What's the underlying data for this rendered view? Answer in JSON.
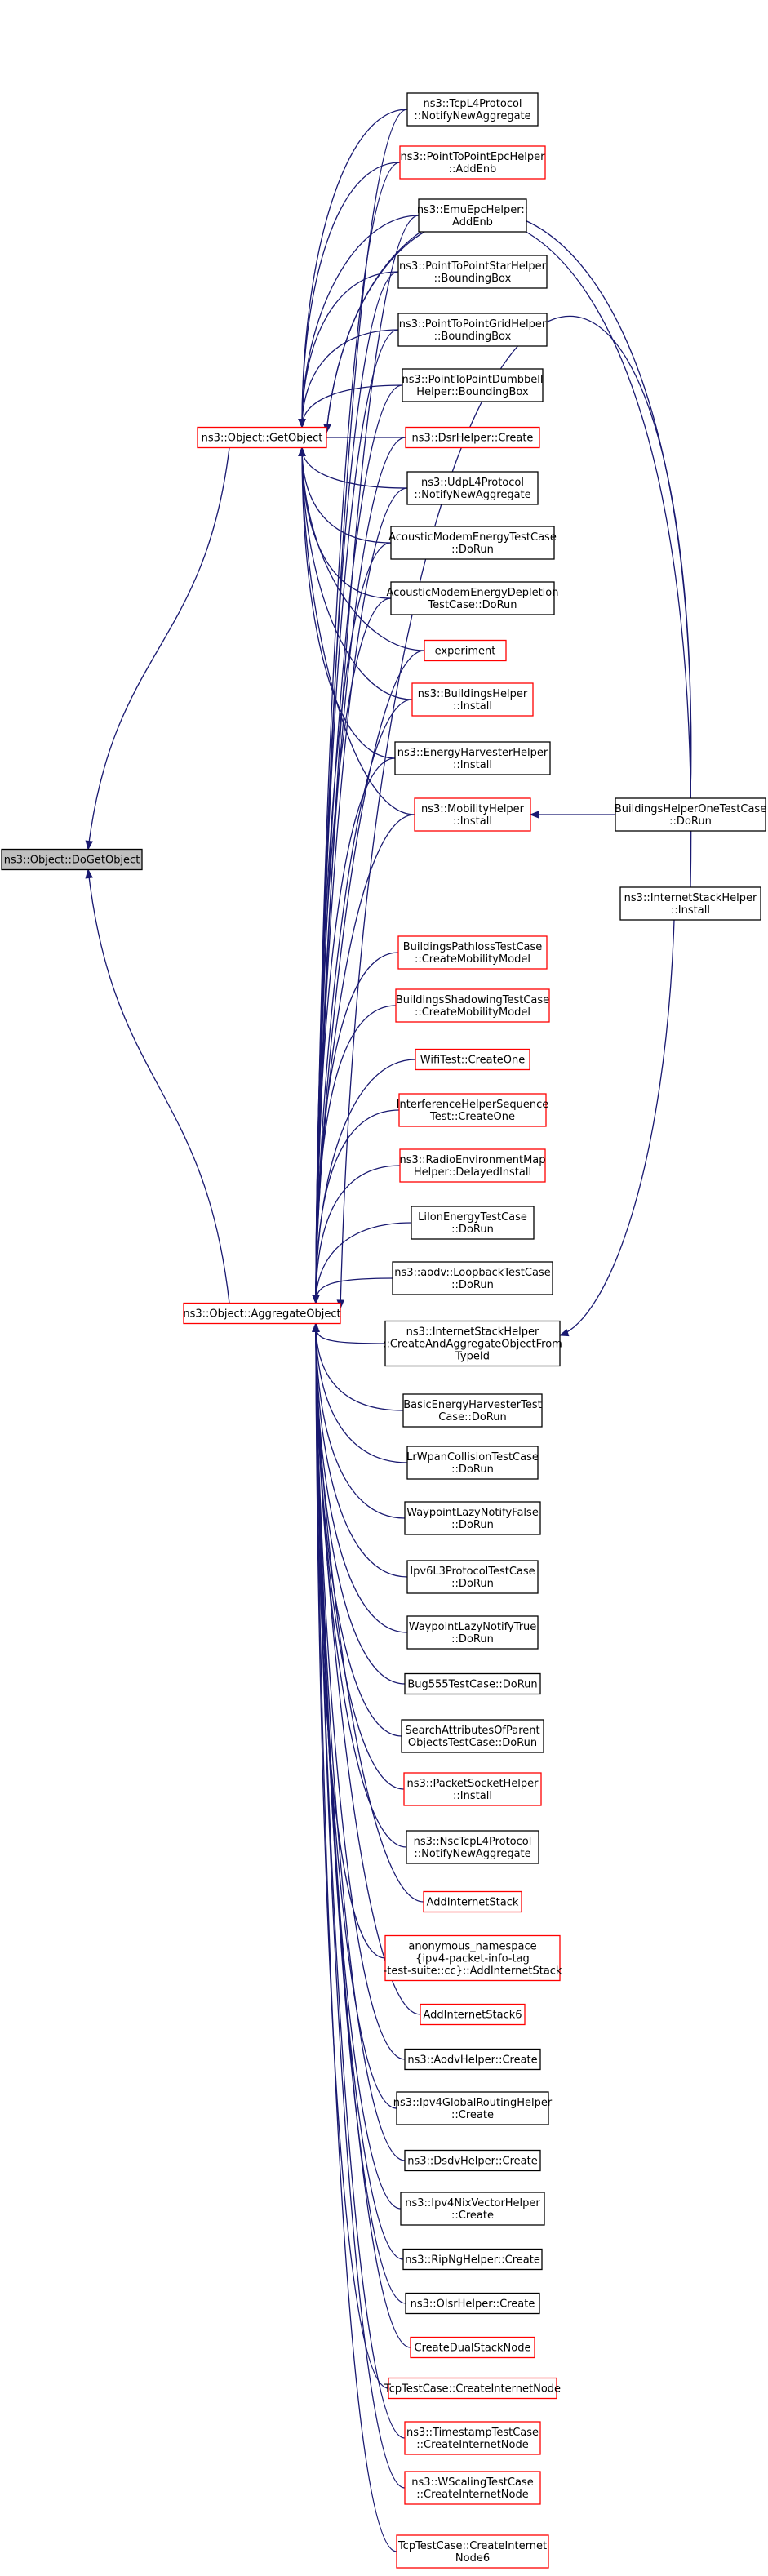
{
  "colors": {
    "edge": "#191970",
    "border_black": "#000000",
    "border_red": "#ff0000",
    "root_fill": "#bfbfbf",
    "node_fill": "#ffffff"
  },
  "root": {
    "id": "root",
    "lines": [
      "ns3::Object::DoGetObject"
    ],
    "style": "gray"
  },
  "hubs": [
    {
      "id": "getobject",
      "lines": [
        "ns3::Object::GetObject"
      ],
      "style": "red"
    },
    {
      "id": "aggregate",
      "lines": [
        "ns3::Object::AggregateObject"
      ],
      "style": "red"
    }
  ],
  "callers": [
    {
      "id": "tcpl4",
      "lines": [
        "ns3::TcpL4Protocol",
        "::NotifyNewAggregate"
      ],
      "style": "black"
    },
    {
      "id": "p2pepc",
      "lines": [
        "ns3::PointToPointEpcHelper",
        "::AddEnb"
      ],
      "style": "red"
    },
    {
      "id": "emuepc",
      "lines": [
        "ns3::EmuEpcHelper::",
        "AddEnb"
      ],
      "style": "black"
    },
    {
      "id": "p2pstar",
      "lines": [
        "ns3::PointToPointStarHelper",
        "::BoundingBox"
      ],
      "style": "black"
    },
    {
      "id": "p2pgrid",
      "lines": [
        "ns3::PointToPointGridHelper",
        "::BoundingBox"
      ],
      "style": "black"
    },
    {
      "id": "p2pdumbbell",
      "lines": [
        "ns3::PointToPointDumbbell",
        "Helper::BoundingBox"
      ],
      "style": "black"
    },
    {
      "id": "dsrhelper",
      "lines": [
        "ns3::DsrHelper::Create"
      ],
      "style": "red"
    },
    {
      "id": "udpl4",
      "lines": [
        "ns3::UdpL4Protocol",
        "::NotifyNewAggregate"
      ],
      "style": "black"
    },
    {
      "id": "acoustictest",
      "lines": [
        "AcousticModemEnergyTestCase",
        "::DoRun"
      ],
      "style": "black"
    },
    {
      "id": "acousticdepl",
      "lines": [
        "AcousticModemEnergyDepletion",
        "TestCase::DoRun"
      ],
      "style": "black"
    },
    {
      "id": "experiment",
      "lines": [
        "experiment"
      ],
      "style": "red"
    },
    {
      "id": "buildingshelper",
      "lines": [
        "ns3::BuildingsHelper",
        "::Install"
      ],
      "style": "red"
    },
    {
      "id": "energyharvester",
      "lines": [
        "ns3::EnergyHarvesterHelper",
        "::Install"
      ],
      "style": "black"
    },
    {
      "id": "mobilityhelper",
      "lines": [
        "ns3::MobilityHelper",
        "::Install"
      ],
      "style": "red"
    },
    {
      "id": "buildingsonetest",
      "lines": [
        "BuildingsHelperOneTestCase",
        "::DoRun"
      ],
      "style": "black"
    },
    {
      "id": "internetstackinstall",
      "lines": [
        "ns3::InternetStackHelper",
        "::Install"
      ],
      "style": "black"
    },
    {
      "id": "bpathloss",
      "lines": [
        "BuildingsPathlossTestCase",
        "::CreateMobilityModel"
      ],
      "style": "red"
    },
    {
      "id": "bshadowing",
      "lines": [
        "BuildingsShadowingTestCase",
        "::CreateMobilityModel"
      ],
      "style": "red"
    },
    {
      "id": "wifitest",
      "lines": [
        "WifiTest::CreateOne"
      ],
      "style": "red"
    },
    {
      "id": "interference",
      "lines": [
        "InterferenceHelperSequence",
        "Test::CreateOne"
      ],
      "style": "red"
    },
    {
      "id": "radioenv",
      "lines": [
        "ns3::RadioEnvironmentMap",
        "Helper::DelayedInstall"
      ],
      "style": "red"
    },
    {
      "id": "liion",
      "lines": [
        "LiIonEnergyTestCase",
        "::DoRun"
      ],
      "style": "black"
    },
    {
      "id": "aodvloop",
      "lines": [
        "ns3::aodv::LoopbackTestCase",
        "::DoRun"
      ],
      "style": "black"
    },
    {
      "id": "iscreateagg",
      "lines": [
        "ns3::InternetStackHelper",
        "::CreateAndAggregateObjectFrom",
        "TypeId"
      ],
      "style": "black"
    },
    {
      "id": "basicenergy",
      "lines": [
        "BasicEnergyHarvesterTest",
        "Case::DoRun"
      ],
      "style": "black"
    },
    {
      "id": "lrwpan",
      "lines": [
        "LrWpanCollisionTestCase",
        "::DoRun"
      ],
      "style": "black"
    },
    {
      "id": "wplazyfalse",
      "lines": [
        "WaypointLazyNotifyFalse",
        "::DoRun"
      ],
      "style": "black"
    },
    {
      "id": "ipv6l3",
      "lines": [
        "Ipv6L3ProtocolTestCase",
        "::DoRun"
      ],
      "style": "black"
    },
    {
      "id": "wplazytrue",
      "lines": [
        "WaypointLazyNotifyTrue",
        "::DoRun"
      ],
      "style": "black"
    },
    {
      "id": "bug555",
      "lines": [
        "Bug555TestCase::DoRun"
      ],
      "style": "black"
    },
    {
      "id": "searchattr",
      "lines": [
        "SearchAttributesOfParent",
        "ObjectsTestCase::DoRun"
      ],
      "style": "black"
    },
    {
      "id": "packetsocket",
      "lines": [
        "ns3::PacketSocketHelper",
        "::Install"
      ],
      "style": "red"
    },
    {
      "id": "nsctcp",
      "lines": [
        "ns3::NscTcpL4Protocol",
        "::NotifyNewAggregate"
      ],
      "style": "black"
    },
    {
      "id": "addinternet",
      "lines": [
        "AddInternetStack"
      ],
      "style": "red"
    },
    {
      "id": "anonaddinternet",
      "lines": [
        "anonymous_namespace",
        "{ipv4-packet-info-tag",
        "-test-suite::cc}::AddInternetStack"
      ],
      "style": "red"
    },
    {
      "id": "addinternet6",
      "lines": [
        "AddInternetStack6"
      ],
      "style": "red"
    },
    {
      "id": "aodvhelper",
      "lines": [
        "ns3::AodvHelper::Create"
      ],
      "style": "black"
    },
    {
      "id": "ipv4global",
      "lines": [
        "ns3::Ipv4GlobalRoutingHelper",
        "::Create"
      ],
      "style": "black"
    },
    {
      "id": "dsdvhelper",
      "lines": [
        "ns3::DsdvHelper::Create"
      ],
      "style": "black"
    },
    {
      "id": "ipv4nix",
      "lines": [
        "ns3::Ipv4NixVectorHelper",
        "::Create"
      ],
      "style": "black"
    },
    {
      "id": "ripng",
      "lines": [
        "ns3::RipNgHelper::Create"
      ],
      "style": "black"
    },
    {
      "id": "olsr",
      "lines": [
        "ns3::OlsrHelper::Create"
      ],
      "style": "black"
    },
    {
      "id": "dualstack",
      "lines": [
        "CreateDualStackNode"
      ],
      "style": "red"
    },
    {
      "id": "tcpcreate",
      "lines": [
        "TcpTestCase::CreateInternetNode"
      ],
      "style": "red"
    },
    {
      "id": "timestamp",
      "lines": [
        "ns3::TimestampTestCase",
        "::CreateInternetNode"
      ],
      "style": "red"
    },
    {
      "id": "wscaling",
      "lines": [
        "ns3::WScalingTestCase",
        "::CreateInternetNode"
      ],
      "style": "red"
    },
    {
      "id": "tcpcreate6",
      "lines": [
        "TcpTestCase::CreateInternet",
        "Node6"
      ],
      "style": "red"
    }
  ],
  "edges": [
    [
      "getobject",
      "root"
    ],
    [
      "aggregate",
      "root"
    ],
    [
      "tcpl4",
      "getobject"
    ],
    [
      "p2pepc",
      "getobject"
    ],
    [
      "emuepc",
      "getobject"
    ],
    [
      "p2pstar",
      "getobject"
    ],
    [
      "p2pgrid",
      "getobject"
    ],
    [
      "p2pdumbbell",
      "getobject"
    ],
    [
      "dsrhelper",
      "getobject"
    ],
    [
      "udpl4",
      "getobject"
    ],
    [
      "acoustictest",
      "getobject"
    ],
    [
      "acousticdepl",
      "getobject"
    ],
    [
      "experiment",
      "getobject"
    ],
    [
      "buildingshelper",
      "getobject"
    ],
    [
      "energyharvester",
      "getobject"
    ],
    [
      "mobilityhelper",
      "getobject"
    ],
    [
      "buildingsonetest",
      "getobject"
    ],
    [
      "internetstackinstall",
      "getobject"
    ],
    [
      "buildingsonetest",
      "mobilityhelper"
    ],
    [
      "internetstackinstall",
      "iscreateagg"
    ],
    [
      "tcpl4",
      "aggregate"
    ],
    [
      "p2pepc",
      "aggregate"
    ],
    [
      "emuepc",
      "aggregate"
    ],
    [
      "p2pstar",
      "aggregate"
    ],
    [
      "p2pgrid",
      "aggregate"
    ],
    [
      "p2pdumbbell",
      "aggregate"
    ],
    [
      "dsrhelper",
      "aggregate"
    ],
    [
      "udpl4",
      "aggregate"
    ],
    [
      "acoustictest",
      "aggregate"
    ],
    [
      "acousticdepl",
      "aggregate"
    ],
    [
      "experiment",
      "aggregate"
    ],
    [
      "buildingshelper",
      "aggregate"
    ],
    [
      "energyharvester",
      "aggregate"
    ],
    [
      "mobilityhelper",
      "aggregate"
    ],
    [
      "buildingsonetest",
      "aggregate"
    ],
    [
      "bpathloss",
      "aggregate"
    ],
    [
      "bshadowing",
      "aggregate"
    ],
    [
      "wifitest",
      "aggregate"
    ],
    [
      "interference",
      "aggregate"
    ],
    [
      "radioenv",
      "aggregate"
    ],
    [
      "liion",
      "aggregate"
    ],
    [
      "aodvloop",
      "aggregate"
    ],
    [
      "iscreateagg",
      "aggregate"
    ],
    [
      "basicenergy",
      "aggregate"
    ],
    [
      "lrwpan",
      "aggregate"
    ],
    [
      "wplazyfalse",
      "aggregate"
    ],
    [
      "ipv6l3",
      "aggregate"
    ],
    [
      "wplazytrue",
      "aggregate"
    ],
    [
      "bug555",
      "aggregate"
    ],
    [
      "searchattr",
      "aggregate"
    ],
    [
      "packetsocket",
      "aggregate"
    ],
    [
      "nsctcp",
      "aggregate"
    ],
    [
      "addinternet",
      "aggregate"
    ],
    [
      "anonaddinternet",
      "aggregate"
    ],
    [
      "addinternet6",
      "aggregate"
    ],
    [
      "aodvhelper",
      "aggregate"
    ],
    [
      "ipv4global",
      "aggregate"
    ],
    [
      "dsdvhelper",
      "aggregate"
    ],
    [
      "ipv4nix",
      "aggregate"
    ],
    [
      "ripng",
      "aggregate"
    ],
    [
      "olsr",
      "aggregate"
    ],
    [
      "dualstack",
      "aggregate"
    ],
    [
      "tcpcreate",
      "aggregate"
    ],
    [
      "timestamp",
      "aggregate"
    ],
    [
      "wscaling",
      "aggregate"
    ],
    [
      "tcpcreate6",
      "aggregate"
    ]
  ]
}
